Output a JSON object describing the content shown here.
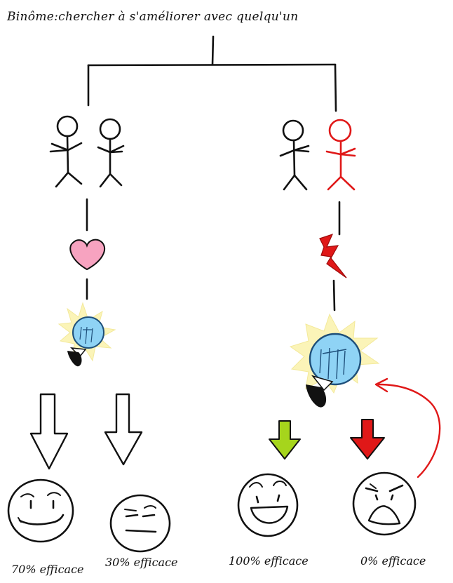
{
  "title": "Binôme:chercher à s'améliorer avec quelqu'un",
  "branches": [
    {
      "name": "harmonious-pair",
      "symbol": "heart-icon",
      "outcomes": [
        {
          "label": "70% efficace",
          "face": "smirk",
          "arrow_color": "#ffffff"
        },
        {
          "label": "30% efficace",
          "face": "neutral",
          "arrow_color": "#ffffff"
        }
      ]
    },
    {
      "name": "conflict-pair",
      "symbol": "lightning-icon",
      "outcomes": [
        {
          "label": "100% efficace",
          "face": "laughing",
          "arrow_color": "#a6d51c"
        },
        {
          "label": "0% efficace",
          "face": "angry",
          "arrow_color": "#e01818"
        }
      ]
    }
  ],
  "colors": {
    "ink": "#111111",
    "accent_red": "#e01818",
    "heart_pink": "#f7a3c0",
    "bulb_blue": "#8fd3f5",
    "glow_yellow": "#fbf4b8"
  }
}
